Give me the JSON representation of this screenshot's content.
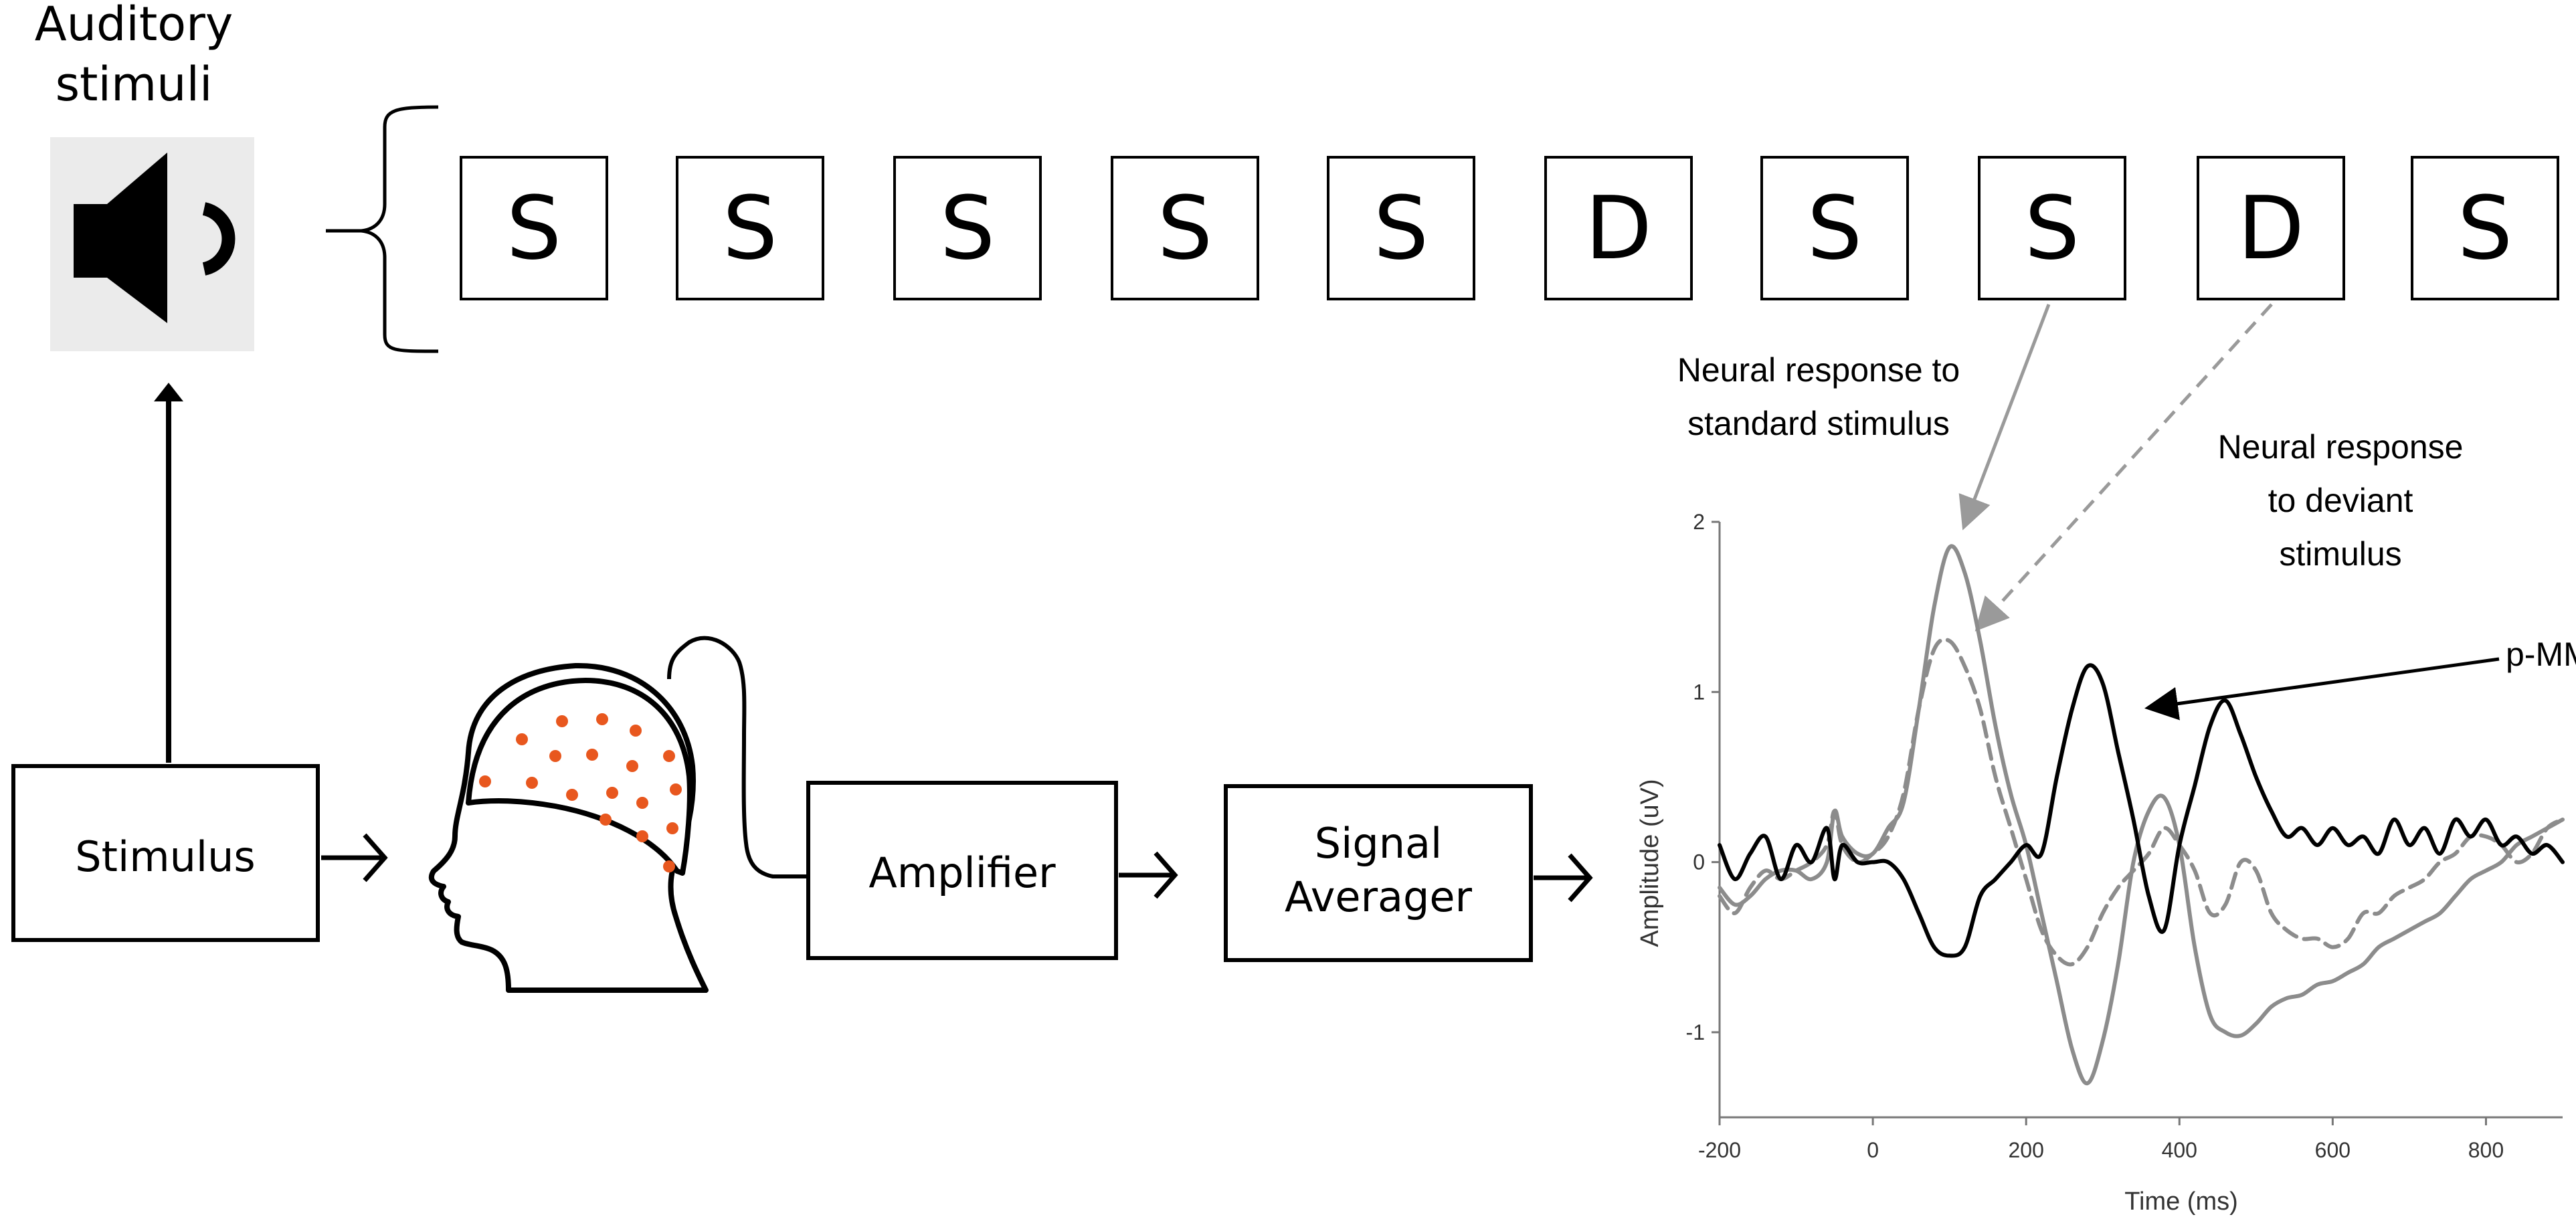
{
  "header": {
    "line1": "Auditory",
    "line2": "stimuli"
  },
  "sequence": [
    "S",
    "S",
    "S",
    "S",
    "S",
    "D",
    "S",
    "S",
    "D",
    "S"
  ],
  "blocks": {
    "stimulus": "Stimulus",
    "amplifier": "Amplifier",
    "signal_line1": "Signal",
    "signal_line2": "Averager"
  },
  "annotations": {
    "standard_line1": "Neural response to",
    "standard_line2": "standard stimulus",
    "deviant_line1": "Neural response",
    "deviant_line2": "to deviant",
    "deviant_line3": "stimulus",
    "pmmr": "p-MMR"
  },
  "icons": [
    "speaker-icon",
    "head-icon"
  ],
  "colors": {
    "electrode": "#e8571e",
    "standard_curve": "#8c8c8c",
    "deviant_curve": "#8c8c8c",
    "pmmr_curve": "#000000",
    "icon_bg": "#ebebeb"
  },
  "chart_data": {
    "type": "line",
    "xlabel": "Time (ms)",
    "ylabel": "Amplitude (uV)",
    "xlim": [
      -200,
      900
    ],
    "ylim": [
      -1.5,
      2
    ],
    "x_ticks": [
      "-200",
      "0",
      "200",
      "400",
      "600",
      "800"
    ],
    "y_ticks": [
      "2",
      "1",
      "0",
      "-1"
    ],
    "series": [
      {
        "key": "standard",
        "style": "solid",
        "color": "#8c8c8c",
        "x": [
          -200,
          -180,
          -160,
          -140,
          -120,
          -100,
          -80,
          -60,
          -50,
          -40,
          -20,
          0,
          20,
          40,
          60,
          80,
          100,
          120,
          140,
          160,
          180,
          200,
          220,
          240,
          260,
          280,
          300,
          320,
          340,
          360,
          380,
          400,
          420,
          440,
          460,
          480,
          500,
          520,
          540,
          560,
          580,
          600,
          620,
          640,
          660,
          680,
          700,
          720,
          740,
          760,
          780,
          800,
          820,
          840,
          860,
          880,
          900
        ],
        "y": [
          -0.15,
          -0.25,
          -0.2,
          -0.1,
          -0.05,
          -0.05,
          -0.1,
          0.0,
          0.3,
          0.15,
          0.05,
          0.05,
          0.2,
          0.35,
          0.9,
          1.5,
          1.85,
          1.7,
          1.3,
          0.8,
          0.4,
          0.1,
          -0.3,
          -0.7,
          -1.1,
          -1.3,
          -1.05,
          -0.6,
          0.0,
          0.3,
          0.38,
          0.1,
          -0.5,
          -0.9,
          -1.0,
          -1.02,
          -0.95,
          -0.85,
          -0.8,
          -0.78,
          -0.72,
          -0.7,
          -0.65,
          -0.6,
          -0.5,
          -0.45,
          -0.4,
          -0.35,
          -0.3,
          -0.2,
          -0.1,
          -0.05,
          0.0,
          0.1,
          0.15,
          0.2,
          0.25
        ]
      },
      {
        "key": "deviant",
        "style": "dashed",
        "color": "#8c8c8c",
        "x": [
          -200,
          -180,
          -160,
          -140,
          -120,
          -100,
          -80,
          -60,
          -50,
          -40,
          -20,
          0,
          20,
          40,
          60,
          80,
          100,
          120,
          140,
          160,
          180,
          200,
          220,
          240,
          260,
          280,
          300,
          320,
          340,
          360,
          380,
          400,
          420,
          440,
          460,
          480,
          500,
          520,
          540,
          560,
          580,
          600,
          620,
          640,
          660,
          680,
          700,
          720,
          740,
          760,
          780,
          800,
          820,
          840,
          860,
          880,
          900
        ],
        "y": [
          -0.2,
          -0.3,
          -0.15,
          -0.05,
          -0.1,
          -0.05,
          0.0,
          0.1,
          0.3,
          0.1,
          0.0,
          0.05,
          0.15,
          0.4,
          0.9,
          1.25,
          1.3,
          1.15,
          0.9,
          0.5,
          0.2,
          -0.1,
          -0.4,
          -0.55,
          -0.6,
          -0.5,
          -0.3,
          -0.15,
          -0.05,
          0.05,
          0.2,
          0.1,
          -0.05,
          -0.3,
          -0.25,
          0.0,
          -0.05,
          -0.3,
          -0.4,
          -0.45,
          -0.45,
          -0.5,
          -0.45,
          -0.3,
          -0.3,
          -0.2,
          -0.15,
          -0.1,
          0.0,
          0.05,
          0.15,
          0.15,
          0.1,
          0.0,
          0.05,
          0.2,
          0.25
        ]
      },
      {
        "key": "pmmr",
        "style": "solid",
        "color": "#000000",
        "x": [
          -200,
          -180,
          -160,
          -140,
          -120,
          -100,
          -80,
          -60,
          -50,
          -40,
          -20,
          0,
          20,
          40,
          60,
          80,
          100,
          120,
          140,
          160,
          180,
          200,
          220,
          240,
          260,
          280,
          300,
          320,
          340,
          360,
          380,
          400,
          420,
          440,
          460,
          480,
          500,
          520,
          540,
          560,
          580,
          600,
          620,
          640,
          660,
          680,
          700,
          720,
          740,
          760,
          780,
          800,
          820,
          840,
          860,
          880,
          900
        ],
        "y": [
          0.1,
          -0.1,
          0.05,
          0.15,
          -0.1,
          0.1,
          0.0,
          0.2,
          -0.1,
          0.1,
          0.0,
          0.0,
          0.0,
          -0.1,
          -0.3,
          -0.5,
          -0.55,
          -0.5,
          -0.2,
          -0.1,
          0.0,
          0.1,
          0.05,
          0.5,
          0.9,
          1.15,
          1.05,
          0.65,
          0.25,
          -0.2,
          -0.4,
          0.1,
          0.45,
          0.8,
          0.95,
          0.75,
          0.5,
          0.3,
          0.15,
          0.2,
          0.1,
          0.2,
          0.1,
          0.15,
          0.05,
          0.25,
          0.1,
          0.2,
          0.05,
          0.25,
          0.15,
          0.25,
          0.1,
          0.15,
          0.05,
          0.1,
          0.0
        ]
      }
    ]
  }
}
